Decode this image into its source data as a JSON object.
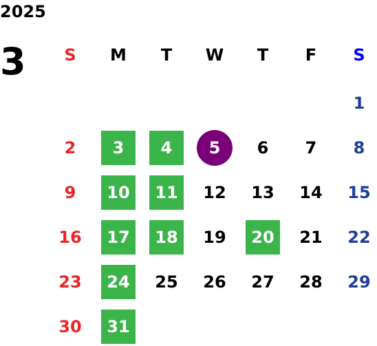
{
  "year": "2025",
  "month": "3",
  "colors": {
    "sunday": "#e8262a",
    "saturday": "#1f3e96",
    "saturday_header": "#0000ff",
    "weekday": "#000000",
    "highlight": "#3bb44a",
    "today": "#7a007a"
  },
  "weekdays": [
    "S",
    "M",
    "T",
    "W",
    "T",
    "F",
    "S"
  ],
  "days": [
    {
      "day": "1",
      "week": 0,
      "dow": 6,
      "state": "normal"
    },
    {
      "day": "2",
      "week": 1,
      "dow": 0,
      "state": "normal"
    },
    {
      "day": "3",
      "week": 1,
      "dow": 1,
      "state": "highlighted"
    },
    {
      "day": "4",
      "week": 1,
      "dow": 2,
      "state": "highlighted"
    },
    {
      "day": "5",
      "week": 1,
      "dow": 3,
      "state": "today"
    },
    {
      "day": "6",
      "week": 1,
      "dow": 4,
      "state": "normal"
    },
    {
      "day": "7",
      "week": 1,
      "dow": 5,
      "state": "normal"
    },
    {
      "day": "8",
      "week": 1,
      "dow": 6,
      "state": "normal"
    },
    {
      "day": "9",
      "week": 2,
      "dow": 0,
      "state": "normal"
    },
    {
      "day": "10",
      "week": 2,
      "dow": 1,
      "state": "highlighted"
    },
    {
      "day": "11",
      "week": 2,
      "dow": 2,
      "state": "highlighted"
    },
    {
      "day": "12",
      "week": 2,
      "dow": 3,
      "state": "normal"
    },
    {
      "day": "13",
      "week": 2,
      "dow": 4,
      "state": "normal"
    },
    {
      "day": "14",
      "week": 2,
      "dow": 5,
      "state": "normal"
    },
    {
      "day": "15",
      "week": 2,
      "dow": 6,
      "state": "normal"
    },
    {
      "day": "16",
      "week": 3,
      "dow": 0,
      "state": "normal"
    },
    {
      "day": "17",
      "week": 3,
      "dow": 1,
      "state": "highlighted"
    },
    {
      "day": "18",
      "week": 3,
      "dow": 2,
      "state": "highlighted"
    },
    {
      "day": "19",
      "week": 3,
      "dow": 3,
      "state": "normal"
    },
    {
      "day": "20",
      "week": 3,
      "dow": 4,
      "state": "highlighted"
    },
    {
      "day": "21",
      "week": 3,
      "dow": 5,
      "state": "normal"
    },
    {
      "day": "22",
      "week": 3,
      "dow": 6,
      "state": "normal"
    },
    {
      "day": "23",
      "week": 4,
      "dow": 0,
      "state": "normal"
    },
    {
      "day": "24",
      "week": 4,
      "dow": 1,
      "state": "highlighted"
    },
    {
      "day": "25",
      "week": 4,
      "dow": 2,
      "state": "normal"
    },
    {
      "day": "26",
      "week": 4,
      "dow": 3,
      "state": "normal"
    },
    {
      "day": "27",
      "week": 4,
      "dow": 4,
      "state": "normal"
    },
    {
      "day": "28",
      "week": 4,
      "dow": 5,
      "state": "normal"
    },
    {
      "day": "29",
      "week": 4,
      "dow": 6,
      "state": "normal"
    },
    {
      "day": "30",
      "week": 5,
      "dow": 0,
      "state": "normal"
    },
    {
      "day": "31",
      "week": 5,
      "dow": 1,
      "state": "highlighted"
    }
  ]
}
